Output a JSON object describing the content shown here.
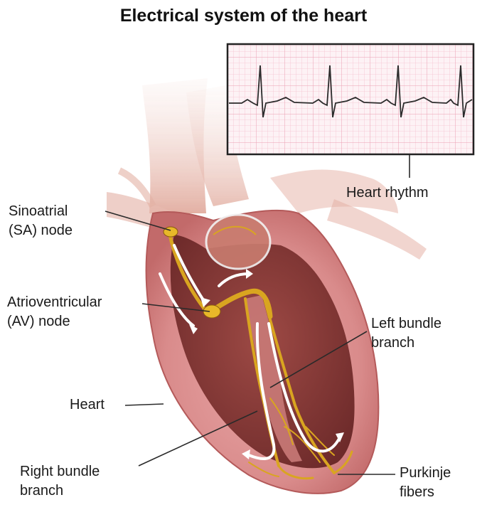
{
  "title": "Electrical system of the heart",
  "labels": {
    "heart_rhythm": "Heart rhythm",
    "sa_node": [
      "Sinoatrial",
      "(SA) node"
    ],
    "av_node": [
      "Atrioventricular",
      "(AV) node"
    ],
    "heart": "Heart",
    "right_bundle": [
      "Right bundle",
      "branch"
    ],
    "left_bundle": [
      "Left bundle",
      "branch"
    ],
    "purkinje": [
      "Purkinje",
      "fibers"
    ]
  },
  "colors": {
    "ecg_grid": "#f4c2cf",
    "ecg_trace": "#2b2b2b",
    "heart_wall": "#d98b8b",
    "heart_inner": "#8c3a3a",
    "conduction": "#d9a520",
    "arrow": "#ffffff"
  }
}
